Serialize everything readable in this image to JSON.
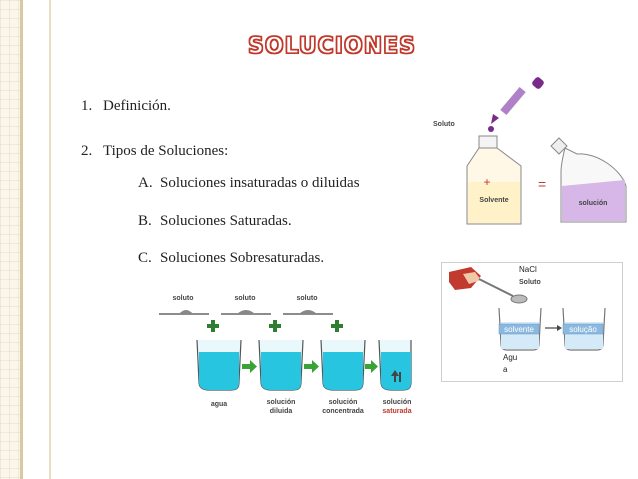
{
  "title": "SOLUCIONES",
  "list": {
    "item1": {
      "label": "1.",
      "text": "Definición."
    },
    "item2": {
      "label": "2.",
      "text": "Tipos de Soluciones:"
    },
    "sub": [
      {
        "label": "A.",
        "text": "Soluciones insaturadas o diluidas"
      },
      {
        "label": "B.",
        "text": "Soluciones Saturadas."
      },
      {
        "label": "C.",
        "text": "Soluciones Sobresaturadas."
      }
    ]
  },
  "figure_bottle": {
    "soluto": "Soluto",
    "plus": "+",
    "solvente": "Solvente",
    "equals": "=",
    "solucion": "solución"
  },
  "figure_beakers": {
    "nacl": "NaCl",
    "soluto": "Soluto",
    "solvente": "solvente",
    "solucao": "solução",
    "agua_line1": "Agu",
    "agua_line2": "a"
  },
  "figure_series": {
    "soluto1": "soluto",
    "soluto2": "soluto",
    "soluto3": "soluto",
    "agua": "agua",
    "diluida_line1": "solución",
    "diluida_line2": "diluida",
    "concentrada_line1": "solución",
    "concentrada_line2": "concentrada",
    "saturada_line1": "solución",
    "saturada_line2": "saturada"
  },
  "colors": {
    "title_stroke": "#c0392b",
    "plus_green": "#2e7d32",
    "arrow_green": "#3aa335",
    "water_cyan": "#27c5e0",
    "solution_purple": "#d7b6e8",
    "saturada_red": "#c0392b"
  }
}
